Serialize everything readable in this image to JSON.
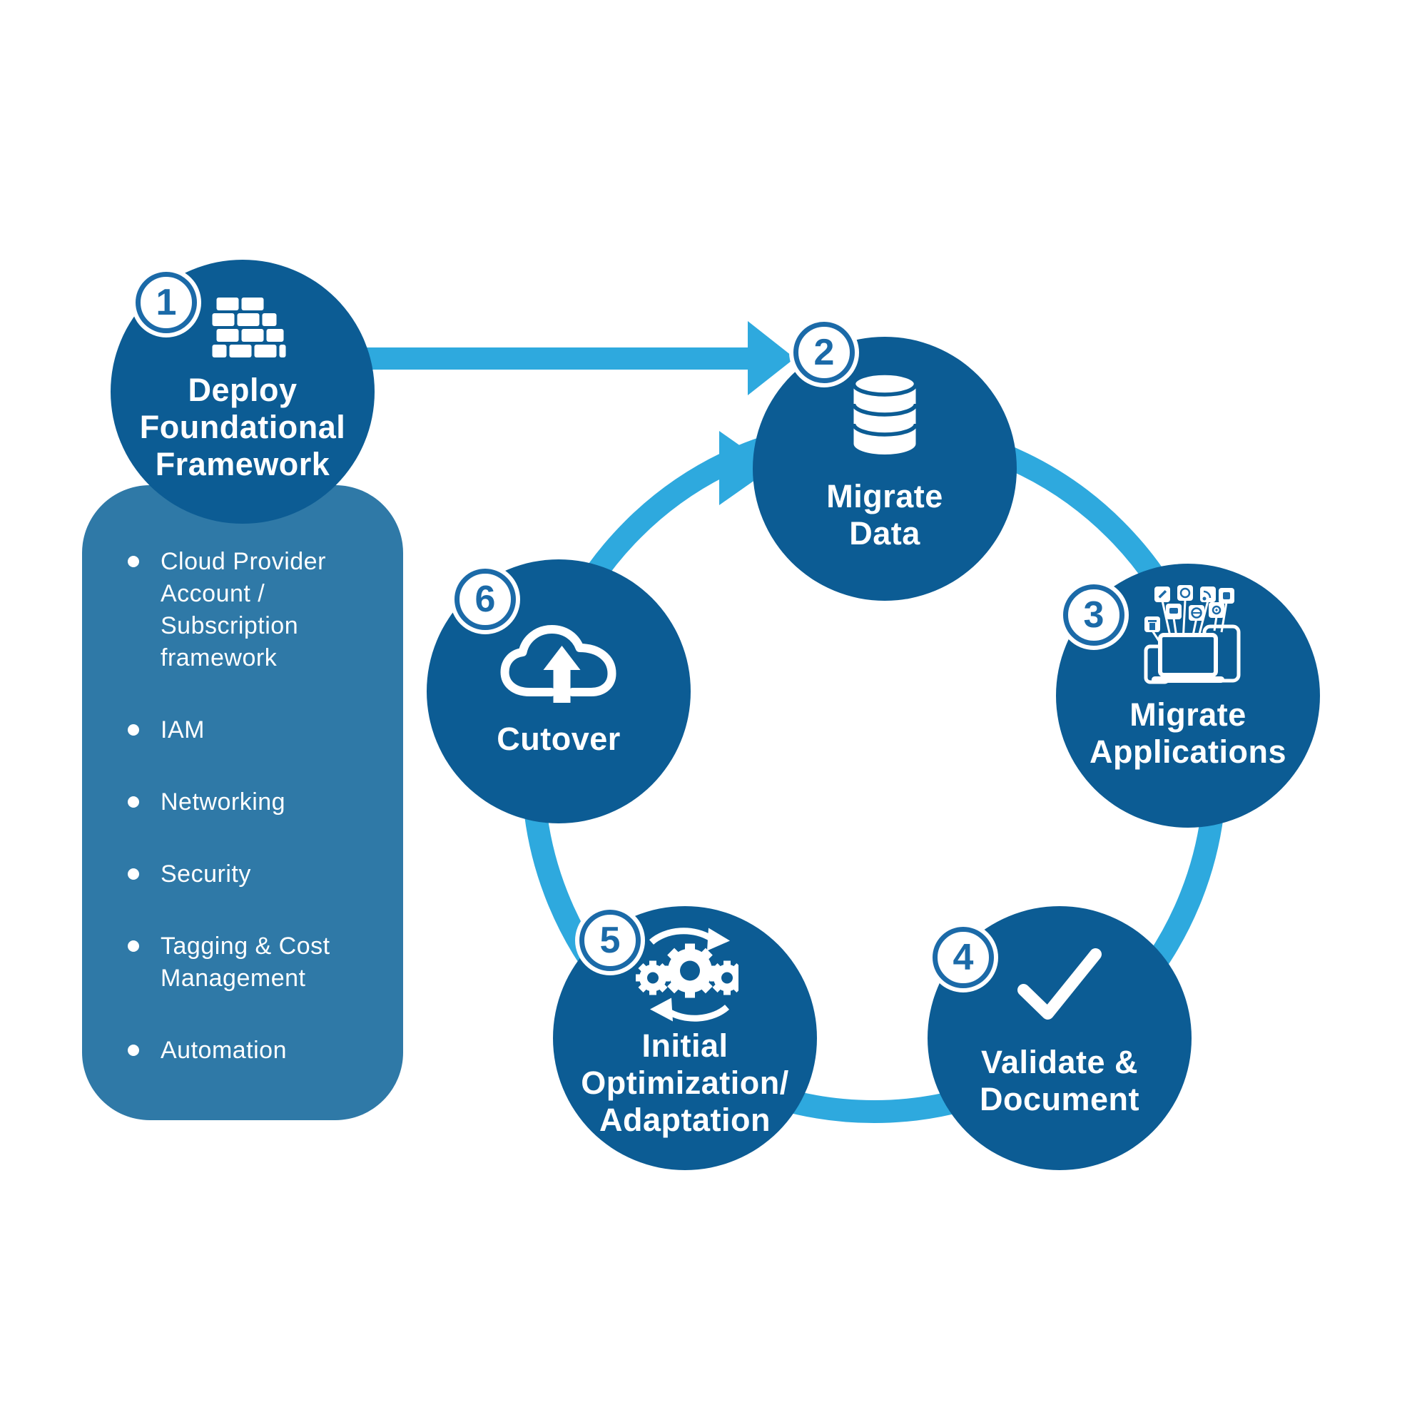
{
  "colors": {
    "step_circle": "#0C5C94",
    "panel_background": "#2F79A7",
    "accent_arrows_ring": "#2EA9DE",
    "badge_number": "#1B6AA8",
    "text": "#FFFFFF"
  },
  "steps": [
    {
      "num": "1",
      "icon": "bricks-icon",
      "lines": [
        "Deploy",
        "Foundational",
        "Framework"
      ]
    },
    {
      "num": "2",
      "icon": "database-icon",
      "lines": [
        "Migrate",
        "Data"
      ]
    },
    {
      "num": "3",
      "icon": "devices-icon",
      "lines": [
        "Migrate",
        "Applications"
      ]
    },
    {
      "num": "4",
      "icon": "checkmark-icon",
      "lines": [
        "Validate &",
        "Document"
      ]
    },
    {
      "num": "5",
      "icon": "gears-cycle-icon",
      "lines": [
        "Initial",
        "Optimization/",
        "Adaptation"
      ]
    },
    {
      "num": "6",
      "icon": "cloud-upload-icon",
      "lines": [
        "Cutover"
      ]
    }
  ],
  "panel": {
    "items": [
      "Cloud Provider Account / Subscription framework",
      "IAM",
      "Networking",
      "Security",
      "Tagging & Cost Management",
      "Automation"
    ]
  }
}
